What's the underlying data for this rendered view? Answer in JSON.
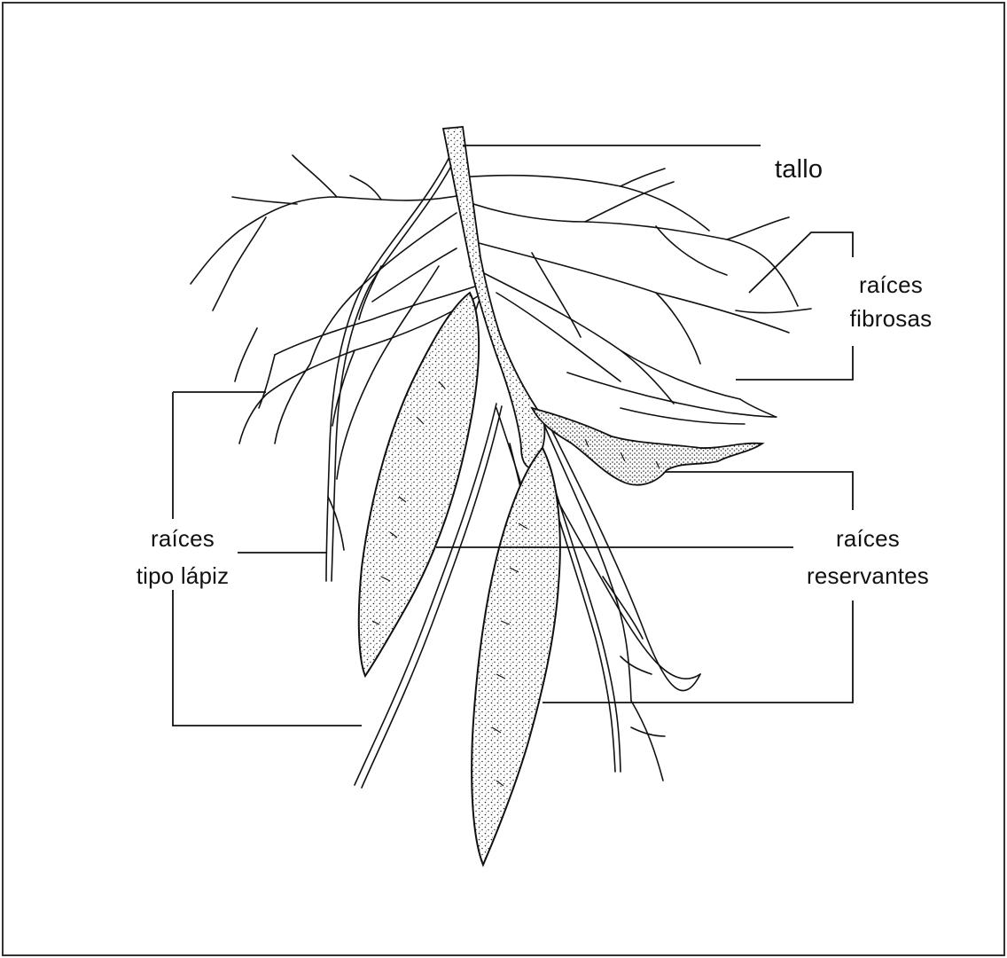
{
  "labels": {
    "tallo": "tallo",
    "fibrosas": [
      "raíces",
      "fibrosas"
    ],
    "lapiz": [
      "raíces",
      "tipo lápiz"
    ],
    "reservantes": [
      "raíces",
      "reservantes"
    ]
  },
  "colors": {
    "ink": "#111111",
    "background": "#ffffff",
    "frame": "#333333"
  }
}
